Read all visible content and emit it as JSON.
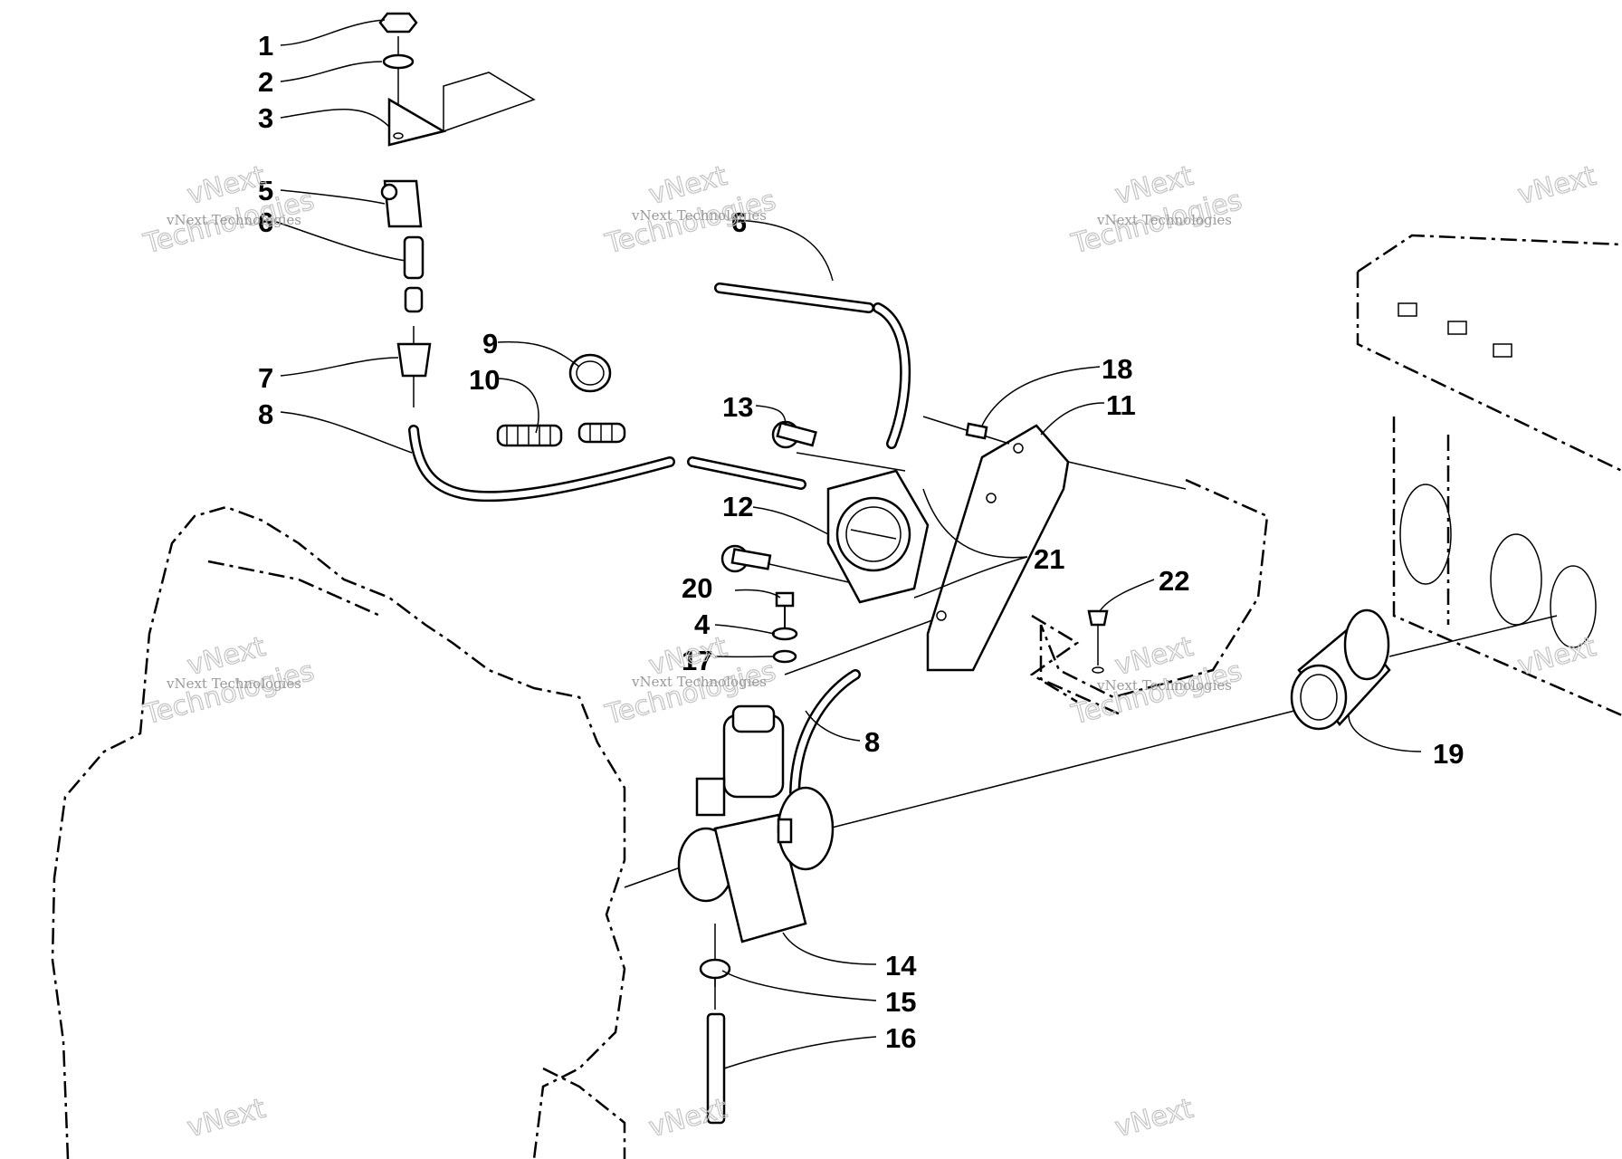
{
  "labels": [
    "1",
    "2",
    "3",
    "5",
    "6",
    "7",
    "8",
    "9",
    "10",
    "6",
    "13",
    "12",
    "20",
    "4",
    "17",
    "18",
    "11",
    "21",
    "22",
    "8",
    "19",
    "14",
    "15",
    "16"
  ],
  "watermark": {
    "small": "vNext Technologies",
    "big_line1": "vNext",
    "big_line2": "Technologies"
  }
}
